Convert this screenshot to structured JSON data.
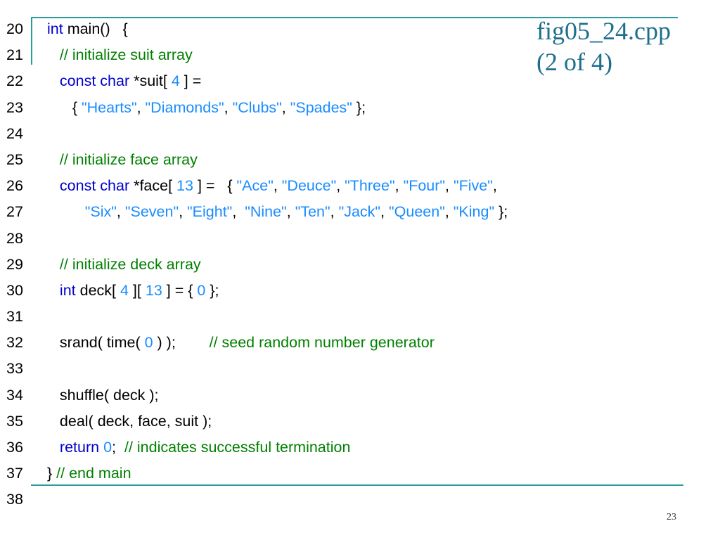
{
  "slide": {
    "title_line1": "fig05_24.cpp",
    "title_line2": "(2 of 4)",
    "page_number": "23"
  },
  "code_lines": [
    {
      "n": "20",
      "tokens": [
        [
          "kw",
          "int"
        ],
        [
          "tx",
          " main()   {"
        ]
      ]
    },
    {
      "n": "21",
      "tokens": [
        [
          "tx",
          "   "
        ],
        [
          "cm",
          "// initialize suit array"
        ]
      ]
    },
    {
      "n": "22",
      "tokens": [
        [
          "tx",
          "   "
        ],
        [
          "kw",
          "const char"
        ],
        [
          "tx",
          " *suit[ "
        ],
        [
          "nm",
          "4"
        ],
        [
          "tx",
          " ] ="
        ]
      ]
    },
    {
      "n": "23",
      "tokens": [
        [
          "tx",
          "      { "
        ],
        [
          "st",
          "\"Hearts\""
        ],
        [
          "tx",
          ", "
        ],
        [
          "st",
          "\"Diamonds\""
        ],
        [
          "tx",
          ", "
        ],
        [
          "st",
          "\"Clubs\""
        ],
        [
          "tx",
          ", "
        ],
        [
          "st",
          "\"Spades\""
        ],
        [
          "tx",
          " };"
        ]
      ]
    },
    {
      "n": "24",
      "tokens": []
    },
    {
      "n": "25",
      "tokens": [
        [
          "tx",
          "   "
        ],
        [
          "cm",
          "// initialize face array"
        ]
      ]
    },
    {
      "n": "26",
      "tokens": [
        [
          "tx",
          "   "
        ],
        [
          "kw",
          "const char"
        ],
        [
          "tx",
          " *face[ "
        ],
        [
          "nm",
          "13"
        ],
        [
          "tx",
          " ] =   { "
        ],
        [
          "st",
          "\"Ace\""
        ],
        [
          "tx",
          ", "
        ],
        [
          "st",
          "\"Deuce\""
        ],
        [
          "tx",
          ", "
        ],
        [
          "st",
          "\"Three\""
        ],
        [
          "tx",
          ", "
        ],
        [
          "st",
          "\"Four\""
        ],
        [
          "tx",
          ", "
        ],
        [
          "st",
          "\"Five\""
        ],
        [
          "tx",
          ","
        ]
      ]
    },
    {
      "n": "27",
      "tokens": [
        [
          "tx",
          "         "
        ],
        [
          "st",
          "\"Six\""
        ],
        [
          "tx",
          ", "
        ],
        [
          "st",
          "\"Seven\""
        ],
        [
          "tx",
          ", "
        ],
        [
          "st",
          "\"Eight\""
        ],
        [
          "tx",
          ",  "
        ],
        [
          "st",
          "\"Nine\""
        ],
        [
          "tx",
          ", "
        ],
        [
          "st",
          "\"Ten\""
        ],
        [
          "tx",
          ", "
        ],
        [
          "st",
          "\"Jack\""
        ],
        [
          "tx",
          ", "
        ],
        [
          "st",
          "\"Queen\""
        ],
        [
          "tx",
          ", "
        ],
        [
          "st",
          "\"King\""
        ],
        [
          "tx",
          " };"
        ]
      ]
    },
    {
      "n": "28",
      "tokens": []
    },
    {
      "n": "29",
      "tokens": [
        [
          "tx",
          "   "
        ],
        [
          "cm",
          "// initialize deck array"
        ]
      ]
    },
    {
      "n": "30",
      "tokens": [
        [
          "tx",
          "   "
        ],
        [
          "kw",
          "int"
        ],
        [
          "tx",
          " deck[ "
        ],
        [
          "nm",
          "4"
        ],
        [
          "tx",
          " ][ "
        ],
        [
          "nm",
          "13"
        ],
        [
          "tx",
          " ] = { "
        ],
        [
          "nm",
          "0"
        ],
        [
          "tx",
          " };"
        ]
      ]
    },
    {
      "n": "31",
      "tokens": []
    },
    {
      "n": "32",
      "tokens": [
        [
          "tx",
          "   srand( time( "
        ],
        [
          "nm",
          "0"
        ],
        [
          "tx",
          " ) );        "
        ],
        [
          "cm",
          "// seed random number generator"
        ]
      ]
    },
    {
      "n": "33",
      "tokens": []
    },
    {
      "n": "34",
      "tokens": [
        [
          "tx",
          "   shuffle( deck );"
        ]
      ]
    },
    {
      "n": "35",
      "tokens": [
        [
          "tx",
          "   deal( deck, face, suit );"
        ]
      ]
    },
    {
      "n": "36",
      "tokens": [
        [
          "tx",
          "   "
        ],
        [
          "kw",
          "return"
        ],
        [
          "tx",
          " "
        ],
        [
          "nm",
          "0"
        ],
        [
          "tx",
          ";  "
        ],
        [
          "cm",
          "// indicates successful termination"
        ]
      ]
    },
    {
      "n": "37",
      "tokens": [
        [
          "tx",
          "} "
        ],
        [
          "cm",
          "// end main"
        ]
      ]
    },
    {
      "n": "38",
      "tokens": []
    }
  ],
  "colors": {
    "keyword": "#0000cc",
    "comment": "#008000",
    "string_literal": "#1a8cff",
    "rule": "#2a9d9f",
    "title": "#1d6f8c"
  }
}
